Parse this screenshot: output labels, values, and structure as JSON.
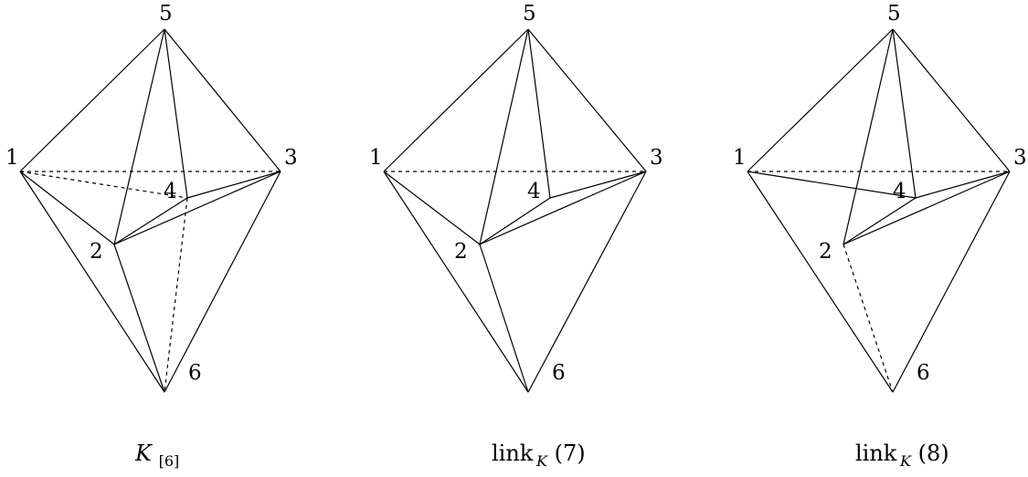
{
  "figures": [
    {
      "id": "k6",
      "vertex_labels": [
        "1",
        "2",
        "3",
        "4",
        "5",
        "6"
      ],
      "caption": {
        "main": "K",
        "sub": "[6]",
        "suffix": ""
      },
      "edges": [
        [
          "5",
          "1"
        ],
        [
          "5",
          "3"
        ],
        [
          "5",
          "2"
        ],
        [
          "5",
          "4"
        ],
        [
          "1",
          "2"
        ],
        [
          "1",
          "6"
        ],
        [
          "2",
          "3"
        ],
        [
          "2",
          "4"
        ],
        [
          "4",
          "3"
        ],
        [
          "3",
          "6"
        ],
        [
          "2",
          "6"
        ]
      ],
      "dashed_edges": [
        [
          "1",
          "3"
        ],
        [
          "1",
          "4"
        ],
        [
          "4",
          "6"
        ]
      ]
    },
    {
      "id": "link7",
      "vertex_labels": [
        "1",
        "2",
        "3",
        "4",
        "5",
        "6"
      ],
      "caption": {
        "main": "link",
        "sub": "K",
        "suffix": "(7)"
      },
      "edges": [
        [
          "5",
          "1"
        ],
        [
          "5",
          "3"
        ],
        [
          "5",
          "2"
        ],
        [
          "5",
          "4"
        ],
        [
          "1",
          "2"
        ],
        [
          "1",
          "6"
        ],
        [
          "2",
          "3"
        ],
        [
          "2",
          "4"
        ],
        [
          "4",
          "3"
        ],
        [
          "3",
          "6"
        ],
        [
          "2",
          "6"
        ]
      ],
      "dashed_edges": [
        [
          "1",
          "3"
        ]
      ]
    },
    {
      "id": "link8",
      "vertex_labels": [
        "1",
        "2",
        "3",
        "4",
        "5",
        "6"
      ],
      "caption": {
        "main": "link",
        "sub": "K",
        "suffix": "(8)"
      },
      "edges": [
        [
          "5",
          "1"
        ],
        [
          "5",
          "3"
        ],
        [
          "5",
          "2"
        ],
        [
          "5",
          "4"
        ],
        [
          "1",
          "4"
        ],
        [
          "1",
          "6"
        ],
        [
          "2",
          "3"
        ],
        [
          "2",
          "4"
        ],
        [
          "4",
          "3"
        ],
        [
          "3",
          "6"
        ]
      ],
      "dashed_edges": [
        [
          "1",
          "3"
        ],
        [
          "2",
          "6"
        ]
      ]
    }
  ]
}
